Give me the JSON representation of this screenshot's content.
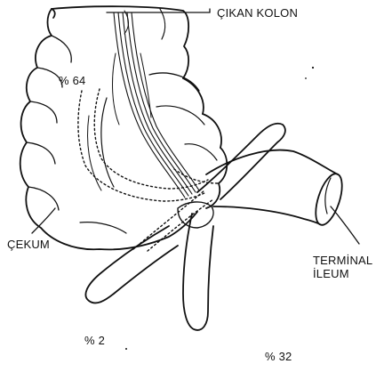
{
  "figure": {
    "labels": {
      "cikan_kolon": "ÇIKAN KOLON",
      "cekum": "ÇEKUM",
      "terminal_line1": "TERMİNAL",
      "terminal_line2": "İLEUM",
      "pct_64": "% 64",
      "pct_2": "% 2",
      "pct_32": "% 32"
    },
    "colors": {
      "ink": "#111111",
      "background": "#ffffff"
    }
  }
}
